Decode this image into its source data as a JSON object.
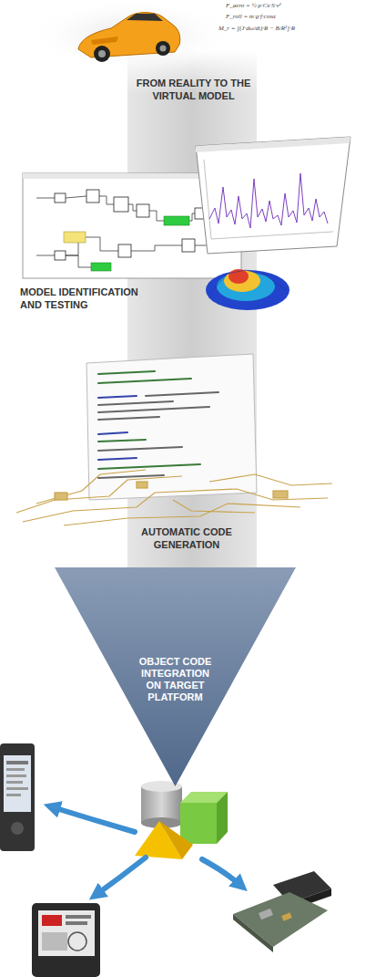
{
  "diagram": {
    "nodes": [
      {
        "text": [
          "OBJECT CODE INTEGRATION ON TARGET PLATFORM"
        ]
      }
    ],
    "labels": [
      "F_aero = ½·ρ·Cx·S·v²",
      "F_roll = m·g·f·cosα",
      "M_r = [(J·dω/dt)·R − B/R²]·R",
      "FROM REALITY TO THE VIRTUAL MODEL",
      "MODEL IDENTIFICATION AND TESTING",
      "AUTOMATIC CODE GENERATION"
    ]
  }
}
